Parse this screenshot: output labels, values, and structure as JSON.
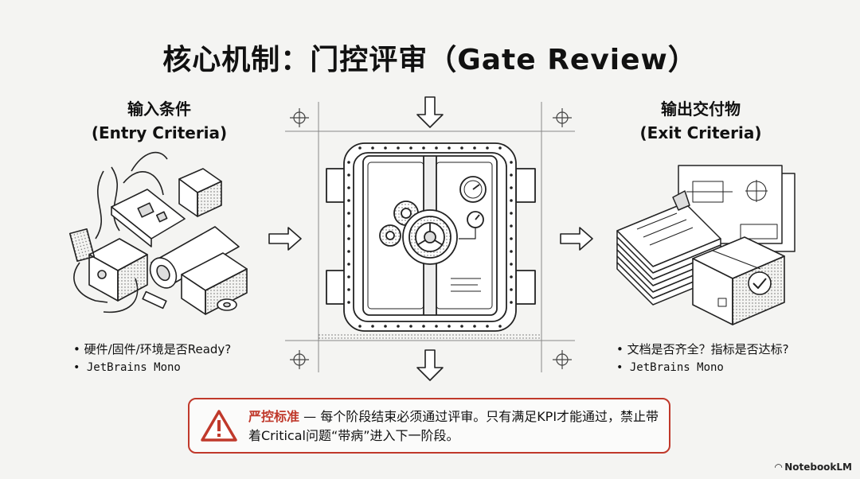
{
  "title": "核心机制：门控评审（Gate Review）",
  "input": {
    "heading": "输入条件",
    "subheading": "(Entry Criteria)",
    "bullets": [
      "硬件/固件/环境是否Ready?",
      "JetBrains Mono"
    ]
  },
  "output": {
    "heading": "输出交付物",
    "subheading": "(Exit Criteria)",
    "bullets": [
      "文档是否齐全？指标是否达标?",
      "JetBrains Mono"
    ]
  },
  "warning": {
    "label": "严控标准",
    "text": " — 每个阶段结束必须通过评审。只有满足KPI才能通过，禁止带着Critical问题“带病”进入下一阶段。"
  },
  "brand": "NotebookLM",
  "colors": {
    "accent": "#c0392b",
    "ink": "#222222",
    "background": "#f4f4f2"
  },
  "icons": [
    "hardware-parts-icon",
    "vault-door-icon",
    "documents-icon",
    "package-box-icon",
    "warning-triangle-icon",
    "arrow-right-icon",
    "arrow-down-icon",
    "crosshair-icon"
  ]
}
